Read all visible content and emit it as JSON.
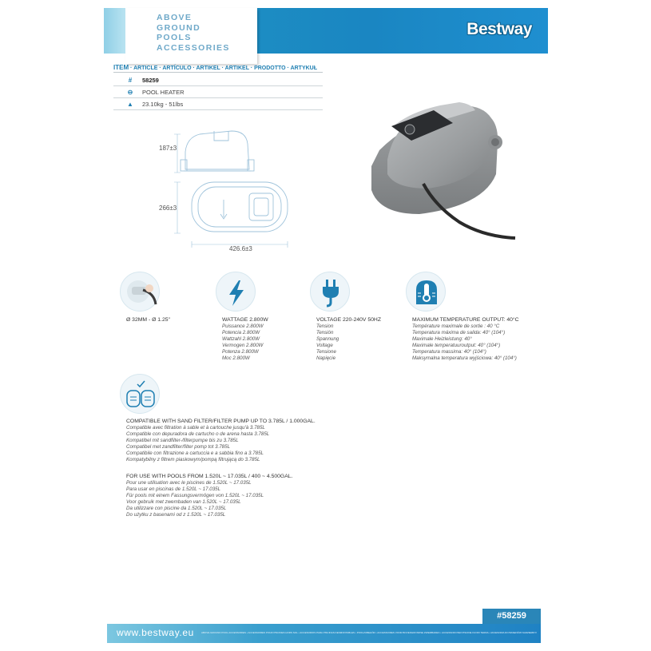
{
  "header": {
    "lines": [
      "ABOVE",
      "GROUND",
      "POOLS",
      "ACCESSORIES"
    ],
    "brand": "Bestway",
    "brand_color": "#1a86c2"
  },
  "item": {
    "label": "ITEM",
    "languages": " · ARTICLE · ARTÍCULO · ARTIKEL · ARTIKEL · PRODOTTO · ARTYKUŁ",
    "rows": [
      {
        "icon": "#",
        "icon_name": "hash-icon",
        "value": "58259",
        "bold": true
      },
      {
        "icon": "⊖",
        "icon_name": "product-type-icon",
        "value": "POOL HEATER",
        "bold": false
      },
      {
        "icon": "▲",
        "icon_name": "weight-icon",
        "value": "23.10kg - 51lbs",
        "bold": false
      }
    ]
  },
  "dimensions": {
    "height": "187±3",
    "depth": "266±3",
    "width": "426.6±3"
  },
  "features": {
    "connection": {
      "icon_name": "hose-connection-icon",
      "title": "Ø 32MM - Ø 1.25\""
    },
    "wattage": {
      "icon_name": "lightning-bolt-icon",
      "title": "WATTAGE 2.800W",
      "translations": [
        "Puissance 2.800W",
        "Potencia 2.800W",
        "Wattzahl 2.800W",
        "Vermogen 2.800W",
        "Potenza 2.800W",
        "Moc 2.800W"
      ]
    },
    "voltage": {
      "icon_name": "power-plug-icon",
      "title": "VOLTAGE 220-240V 50HZ",
      "translations": [
        "Tension",
        "Tensión",
        "Spannung",
        "Voltage",
        "Tensione",
        "Napięcie"
      ]
    },
    "temperature": {
      "icon_name": "thermometer-icon",
      "title": "MAXIMUM TEMPERATURE OUTPUT: 40°C",
      "translations": [
        "Température maximale de sortie : 40 °C",
        "Temperatura máxima de salida: 40° (104°)",
        "Maximale Heizleistung: 40°",
        "Maximale temperatuuroutput: 40° (104°)",
        "Temperatura massima: 40° (104°)",
        "Maksymalna temperatura wyjściowa: 40° (104°)"
      ]
    }
  },
  "compat": {
    "icon_name": "filter-pump-icon",
    "pump": {
      "title": "COMPATIBLE WITH SAND FILTER/FILTER PUMP UP TO 3.785L / 1.000GAL.",
      "translations": [
        "Compatible avec filtration à sable et à cartouche jusqu'à 3.785L",
        "Compatible con depuradora de cartucho o de arena hasta 3.785L",
        "Kompatibel mit sandfilter-/filterpumpe bis zu 3.785L",
        "Compatibel met zandfilter/filter pomp tot 3.785L",
        "Compatibile con filtrazione a cartuccia e a sabbia fino a 3.785L",
        "Kompatybilny z filtrem piaskowym/pompą filtrującą do 3.785L"
      ]
    },
    "pools": {
      "title": "FOR USE WITH POOLS FROM 1.520L ~ 17.035L / 400 ~ 4.500GAL.",
      "translations": [
        "Pour une utilisation avec le piscines de 1.520L ~ 17.035L",
        "Para usar en piscinas de 1.520L ~ 17.035L",
        "Für pools mit einem Fassungsvermögen von 1.520L ~ 17.035L",
        "Voor gebruik met zwembaden van 1.520L ~ 17.035L",
        "Da utilizzare con piscine da 1.520L ~ 17.035L",
        "Do użytku z basenami od z 1.520L ~ 17.035L"
      ]
    }
  },
  "footer": {
    "badge": "#58259",
    "site": "www.bestway.eu",
    "fine": "ABOVE GROUND POOL ACCESSORIES • ACCESSOIRES POUR PISCINES HORS SOL • ACCESORIOS PARA PISCINAS DESMONTABLES • POOLZUBEHÖR • ACCESSOIRES VOOR BOVENGRONDSE ZWEMBADEN • ACCESSORI PER PISCINE FUORI TERRA • AKCESORIA DO BASENÓW NADZIEMNYCH"
  }
}
